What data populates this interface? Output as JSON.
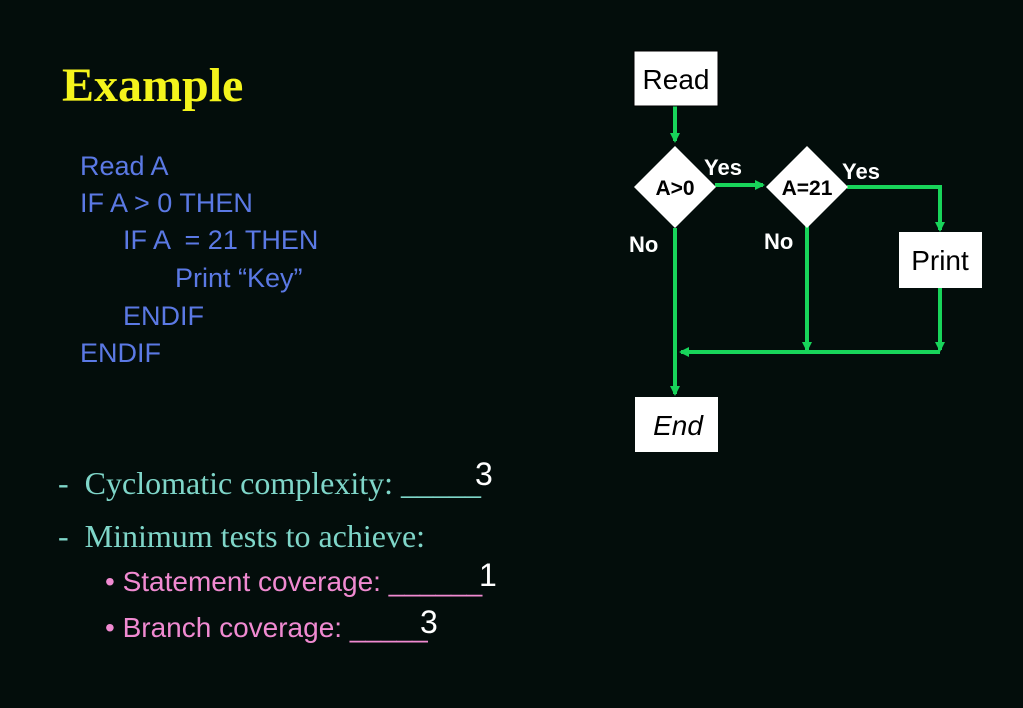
{
  "title": "Example",
  "code_lines": [
    "Read A",
    "IF A > 0 THEN",
    "IF A  = 21 THEN",
    "Print “Key”",
    "ENDIF",
    "ENDIF"
  ],
  "bullets": {
    "cyclomatic_label": "Cyclomatic complexity: _____",
    "cyclomatic_answer": "3",
    "min_tests_label": "Minimum tests to achieve:",
    "statement_label": "Statement coverage: ______",
    "statement_answer": "1",
    "branch_label": "Branch coverage: _____",
    "branch_answer": "3"
  },
  "flowchart": {
    "read": "Read",
    "decision1": "A>0",
    "decision2": "A=21",
    "print": "Print",
    "end": "End",
    "yes1": "Yes",
    "yes2": "Yes",
    "no1": "No",
    "no2": "No"
  },
  "colors": {
    "background": "#030d0b",
    "title": "#f4f41c",
    "code": "#5b79e4",
    "bullet_main": "#7fd6c9",
    "bullet_sub": "#f08ad1",
    "arrow": "#18d45a"
  }
}
